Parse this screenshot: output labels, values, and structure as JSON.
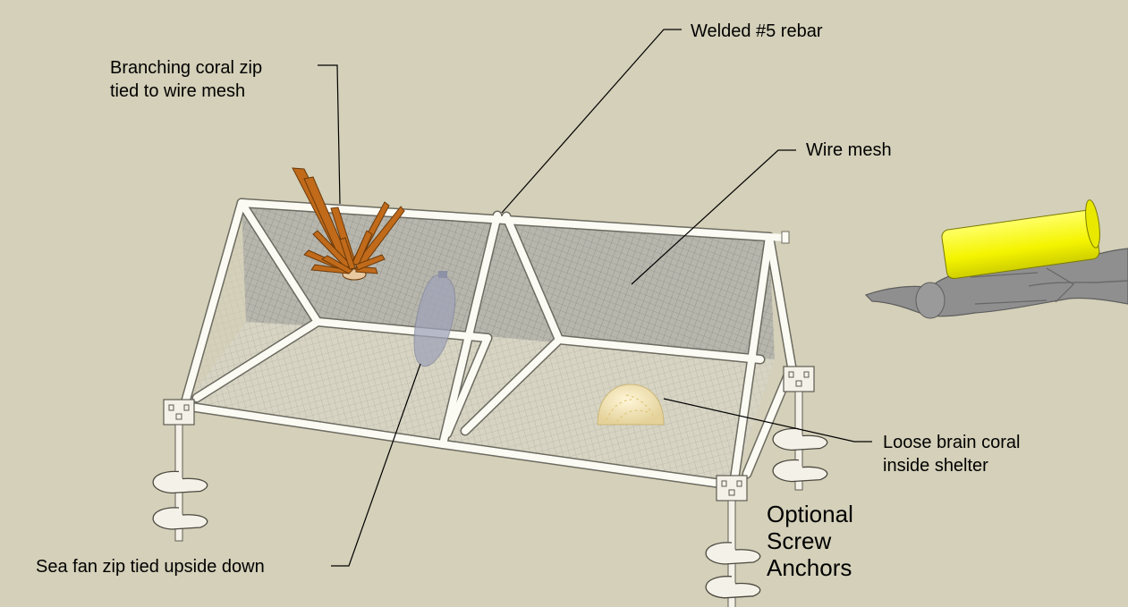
{
  "labels": {
    "rebar": "Welded #5 rebar",
    "branching_coral": [
      "Branching coral zip",
      "tied to wire mesh"
    ],
    "wire_mesh": "Wire mesh",
    "brain_coral": [
      "Loose brain coral",
      "inside shelter"
    ],
    "sea_fan": "Sea fan zip tied upside down",
    "screw_anchors": [
      "Optional",
      "Screw",
      "Anchors"
    ]
  },
  "colors": {
    "background": "#d4d0b9",
    "frame": "#fbfbf4",
    "mesh": "#9a9a96",
    "branching_coral": "#c06a1a",
    "brain_coral": "#efe3b4",
    "sea_fan": "#9fa3b8",
    "tank": "#ffff00",
    "diver": "#8a8a8a"
  }
}
